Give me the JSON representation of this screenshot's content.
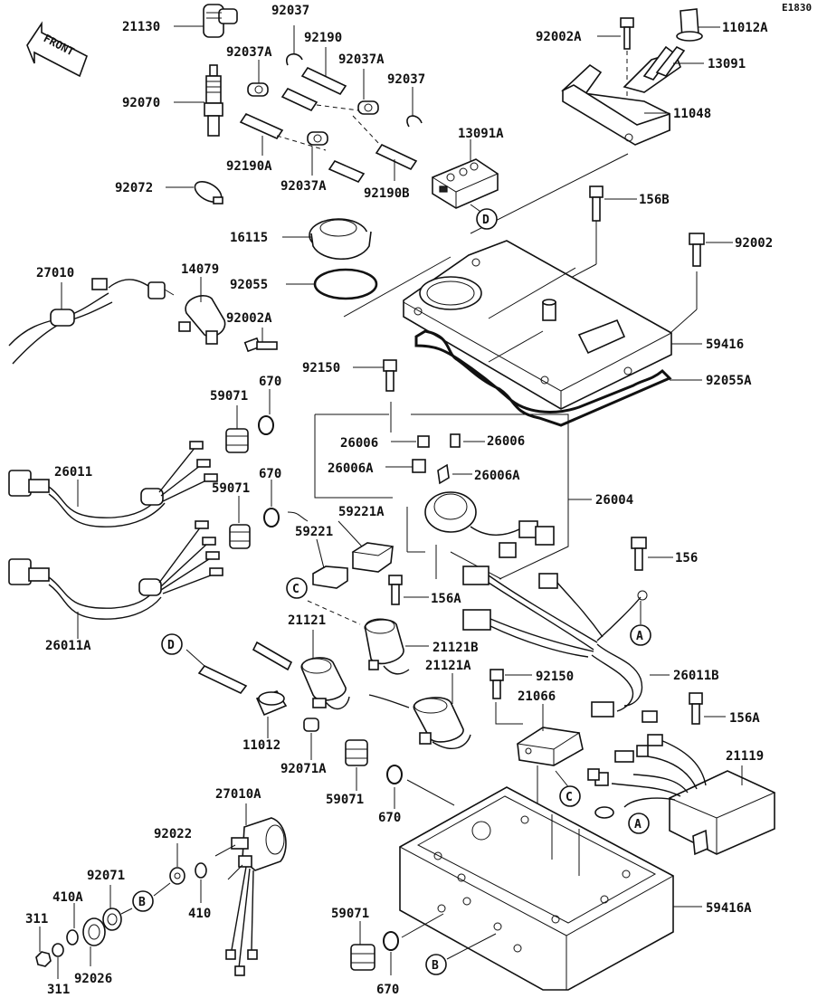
{
  "diagram_code": "E1830",
  "front_label": "FRONT",
  "callouts": {
    "p21130": "21130",
    "p92037_top": "92037",
    "p92037a_1": "92037A",
    "p92190": "92190",
    "p92037a_2": "92037A",
    "p92037_2": "92037",
    "p92070": "92070",
    "p13091a": "13091A",
    "p92190a": "92190A",
    "p92037a_3": "92037A",
    "p92190b": "92190B",
    "p92072": "92072",
    "p92002a_top": "92002A",
    "p11012a": "11012A",
    "p13091": "13091",
    "p11048": "11048",
    "p156b": "156B",
    "p92002": "92002",
    "p16115": "16115",
    "p27010": "27010",
    "p14079": "14079",
    "p92055": "92055",
    "p92002a_2": "92002A",
    "p59416": "59416",
    "p92150_1": "92150",
    "p92055a": "92055A",
    "p59071_1": "59071",
    "p670_1": "670",
    "p26006_1": "26006",
    "p26006_2": "26006",
    "p26006a_1": "26006A",
    "p26006a_2": "26006A",
    "p26011": "26011",
    "p670_2": "670",
    "p59071_2": "59071",
    "p26004": "26004",
    "p59221a": "59221A",
    "p59221": "59221",
    "p156": "156",
    "p156a_1": "156A",
    "p26011a": "26011A",
    "p21121": "21121",
    "p21121b": "21121B",
    "p21121a": "21121A",
    "p92150_2": "92150",
    "p26011b": "26011B",
    "p21066": "21066",
    "p156a_2": "156A",
    "p11012": "11012",
    "p92071a": "92071A",
    "p59071_3": "59071",
    "p670_3": "670",
    "p21119": "21119",
    "p27010a": "27010A",
    "p92022": "92022",
    "p92071": "92071",
    "p410a": "410A",
    "p311_1": "311",
    "p410": "410",
    "p92026": "92026",
    "p311_2": "311",
    "p59071_4": "59071",
    "p670_4": "670",
    "p59416a": "59416A"
  },
  "circle_markers": {
    "d_1": "D",
    "c_1": "C",
    "a_1": "A",
    "d_2": "D",
    "c_2": "C",
    "a_2": "A",
    "b_1": "B",
    "b_2": "B"
  }
}
